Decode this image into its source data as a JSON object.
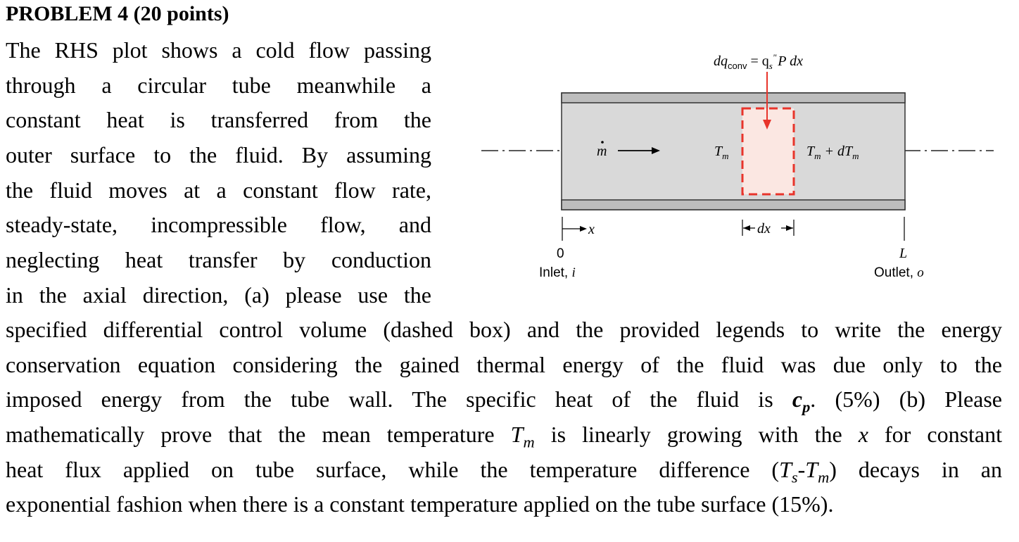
{
  "problem": {
    "title": "PROBLEM 4 (20 points)",
    "lines_left": [
      "The RHS plot shows a cold flow passing",
      "through a circular tube meanwhile a",
      "constant heat is transferred from the",
      "outer surface to the fluid. By assuming",
      "the fluid moves at a constant flow rate,",
      "steady-state, incompressible flow, and",
      "neglecting heat transfer by conduction",
      "in the axial direction, (a) please use the"
    ],
    "line9": "specified differential control volume (dashed box) and the provided legends to write the energy",
    "line10": "conservation equation considering the gained thermal energy of the fluid was due only to the",
    "line11_a": "imposed energy from the tube wall. The specific heat of the fluid is ",
    "line11_var": "c",
    "line11_sub": "p",
    "line11_b": ". (5%) (b) Please",
    "line12_a": "mathematically prove that the mean temperature ",
    "line12_var": "T",
    "line12_sub": "m",
    "line12_b": " is linearly growing with the ",
    "line12_x": "x",
    "line12_c": " for constant",
    "line13_a": "heat flux applied on tube surface, while the temperature difference (",
    "line13_t1": "T",
    "line13_s1": "s",
    "line13_dash": "-",
    "line13_t2": "T",
    "line13_s2": "m",
    "line13_b": ") decays in an",
    "line14": "exponential fashion when there is a constant temperature applied on the tube surface (15%)."
  },
  "diagram": {
    "dq_label": "dq",
    "dq_sub": "conv",
    "dq_eq": " = q",
    "dq_q_sub": "s",
    "dq_q_sup": "\"",
    "dq_rest": "P dx",
    "mdot": "m",
    "tm_T": "T",
    "tm_sub": "m",
    "tm2_T": "T",
    "tm2_sub": "m",
    "tm2_mid": " + dT",
    "tm2_sub2": "m",
    "x_label": "x",
    "dx_label": "dx",
    "zero_label": "0",
    "inlet_label": "Inlet, ",
    "inlet_var": "i",
    "L_label": "L",
    "outlet_label": "Outlet, ",
    "outlet_var": "o",
    "colors": {
      "tube_fill": "#d9d9d9",
      "wall": "#bdbdbd",
      "control_volume": "#e8342b",
      "cv_fill": "#fbe7e2"
    }
  }
}
